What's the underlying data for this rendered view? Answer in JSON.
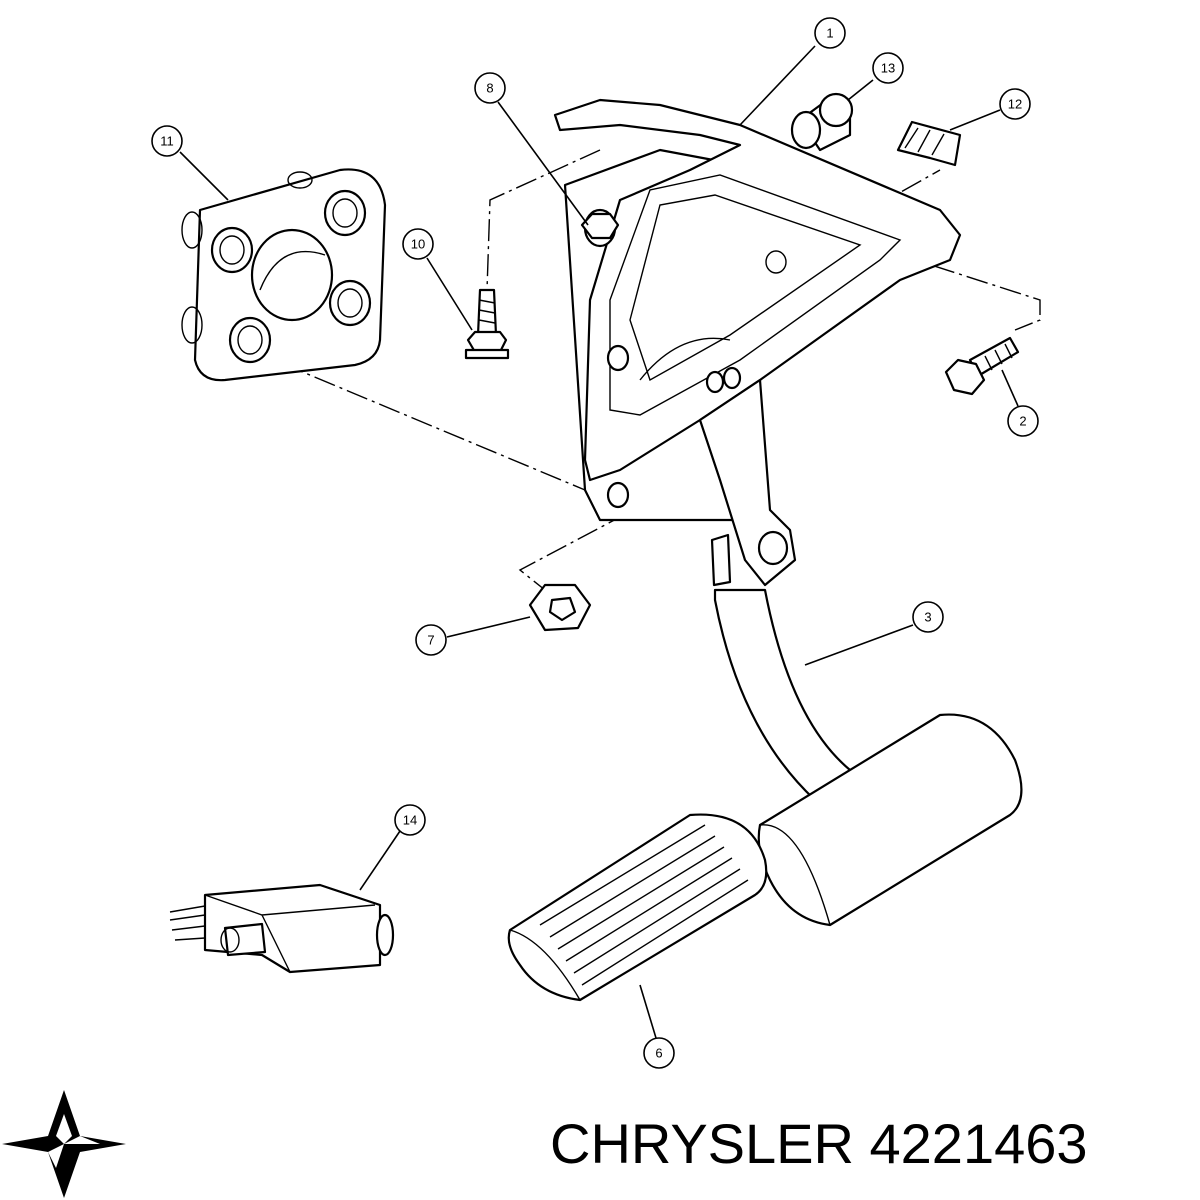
{
  "diagram": {
    "callouts": [
      "1",
      "2",
      "3",
      "6",
      "7",
      "8",
      "10",
      "11",
      "12",
      "13",
      "14"
    ]
  },
  "footer": {
    "brand": "CHRYSLER",
    "part_number": "4221463",
    "logo_icon": "pentastar-icon"
  }
}
